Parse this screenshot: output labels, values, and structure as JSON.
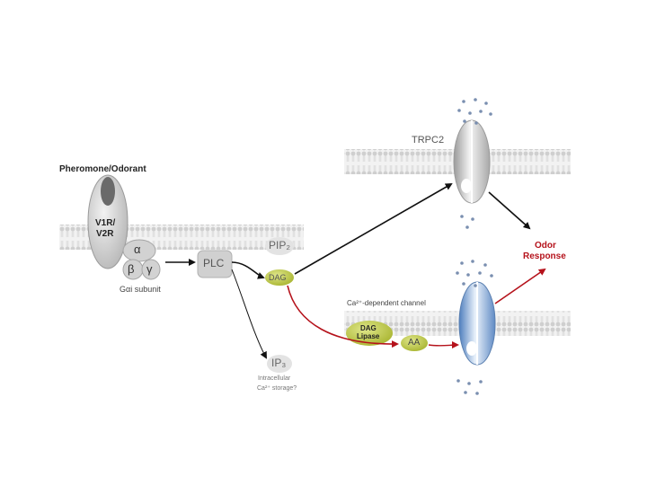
{
  "labels": {
    "ligand": "Pheromone/Odorant",
    "receptor_line1": "V1R/",
    "receptor_line2": "V2R",
    "g_alpha": "α",
    "g_beta": "β",
    "g_gamma": "γ",
    "g_protein": "Gαi subunit",
    "plc": "PLC",
    "pip2": "PIP₂",
    "dag": "DAG",
    "ip3": "IP₃",
    "ip3_note_line1": "Intracellular",
    "ip3_note_line2": "Ca²⁺ storage?",
    "trpc2": "TRPC2",
    "ca_channel": "Ca²⁺-dependent channel",
    "dag_lipase_line1": "DAG",
    "dag_lipase_line2": "Lipase",
    "aa": "AA",
    "response_line1": "Odor",
    "response_line2": "Response"
  },
  "colors": {
    "membrane": "#d9d9d9",
    "protein_gray": "#c8c8c8",
    "lipid_green": "#b7c43a",
    "pathway_red": "#b5121b",
    "channel_blue": "#7fa7d6",
    "ion": "#7a8fb0"
  }
}
